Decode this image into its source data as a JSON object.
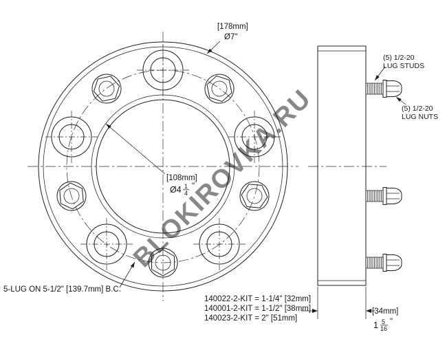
{
  "watermark": {
    "text": "BLOKIROVKA.RU",
    "color": "#d7b62c"
  },
  "front_view": {
    "outer_dia_mm": "[178mm]",
    "outer_dia_in": "Ø7\"",
    "bore_mm": "[108mm]",
    "bore_in_prefix": "Ø4",
    "bore_in_num": "1",
    "bore_in_den": "4",
    "bore_in_suffix": "\"",
    "bolt_circle_label": "5-LUG ON 5-1/2\" [139.7mm] B.C."
  },
  "side_view": {
    "studs_label_line1": "(5) 1/2-20",
    "studs_label_line2": "LUG STUDS",
    "nuts_label_line1": "(5) 1/2-20",
    "nuts_label_line2": "LUG NUTS",
    "thickness_mm": "[34mm]",
    "thickness_whole": "1",
    "thickness_num": "5",
    "thickness_den": "16",
    "thickness_suffix": "\""
  },
  "kits": {
    "lines": [
      "140022-2-KIT = 1-1/4\" [32mm]",
      "140001-2-KIT = 1-1/2\" [38mm]",
      "140023-2-KIT = 2\" [51mm]"
    ]
  }
}
